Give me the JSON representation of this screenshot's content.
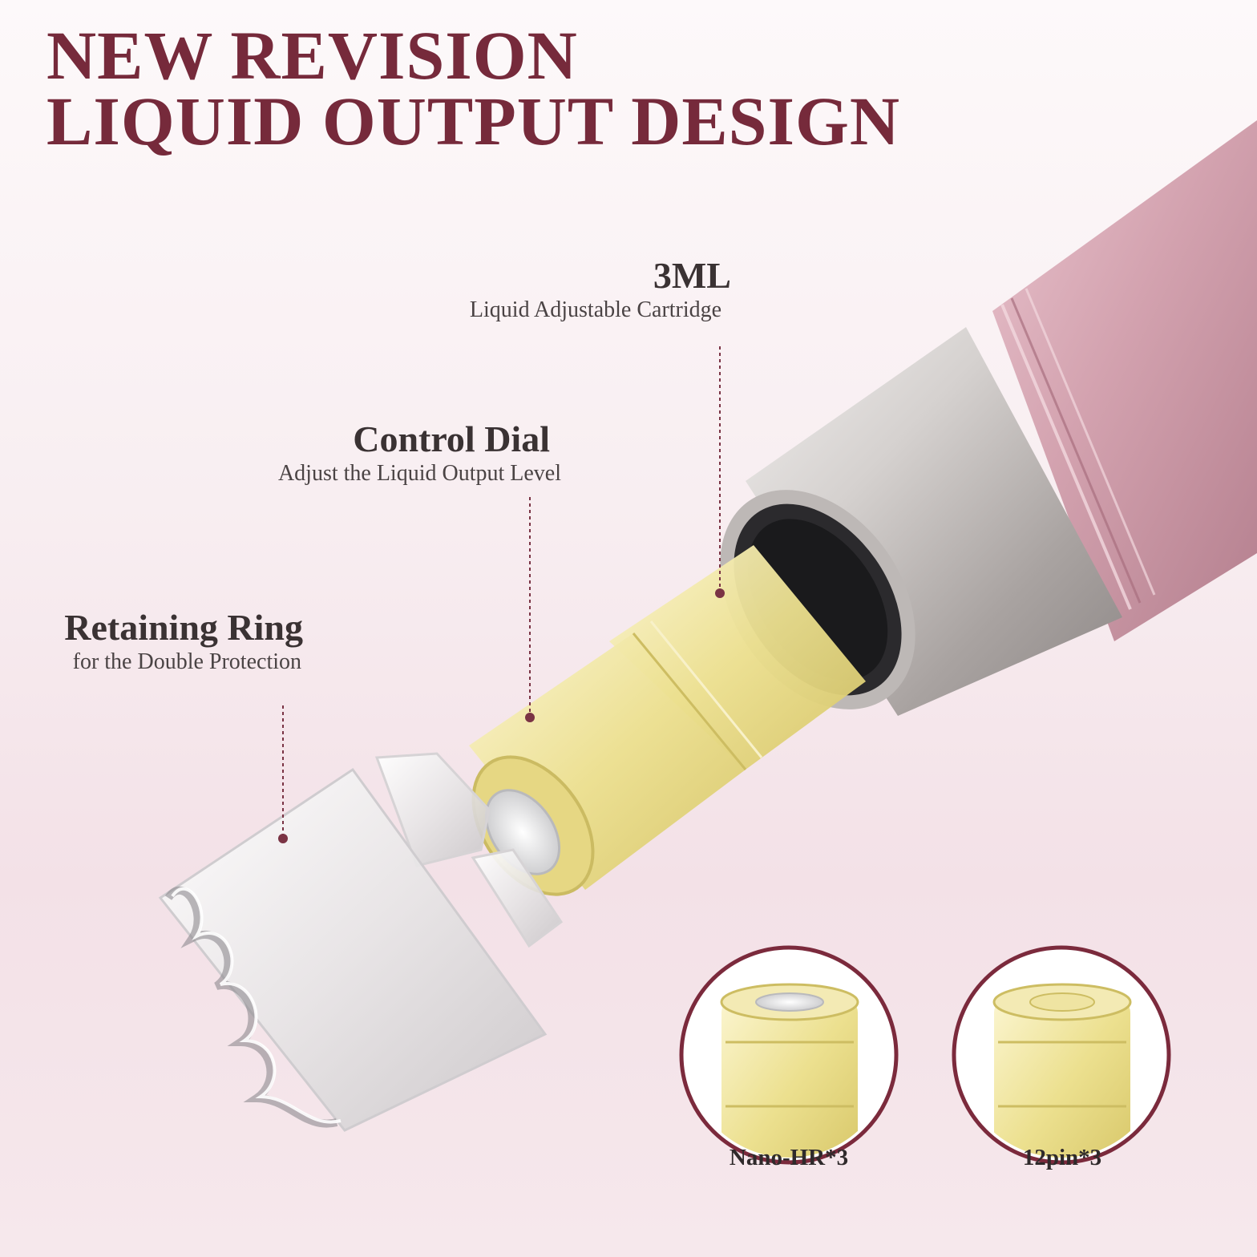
{
  "headline": {
    "line1": "NEW REVISION",
    "line2": "LIQUID OUTPUT DESIGN"
  },
  "callouts": {
    "cartridge": {
      "title": "3ML",
      "subtitle": "Liquid Adjustable Cartridge"
    },
    "control_dial": {
      "title": "Control Dial",
      "subtitle": "Adjust the Liquid Output Level"
    },
    "retaining_ring": {
      "title": "Retaining Ring",
      "subtitle": "for the Double Protection"
    }
  },
  "variants": [
    {
      "label": "Nano-HR*3"
    },
    {
      "label": "12pin*3"
    }
  ],
  "colors": {
    "headline": "#762a3b",
    "leader_line": "#7a3344",
    "pen_body": "#c998a6",
    "metal_collar": "#c9c4c2",
    "cartridge_yellow": "#eadf8c",
    "circle_ring": "#7b2a3c"
  }
}
